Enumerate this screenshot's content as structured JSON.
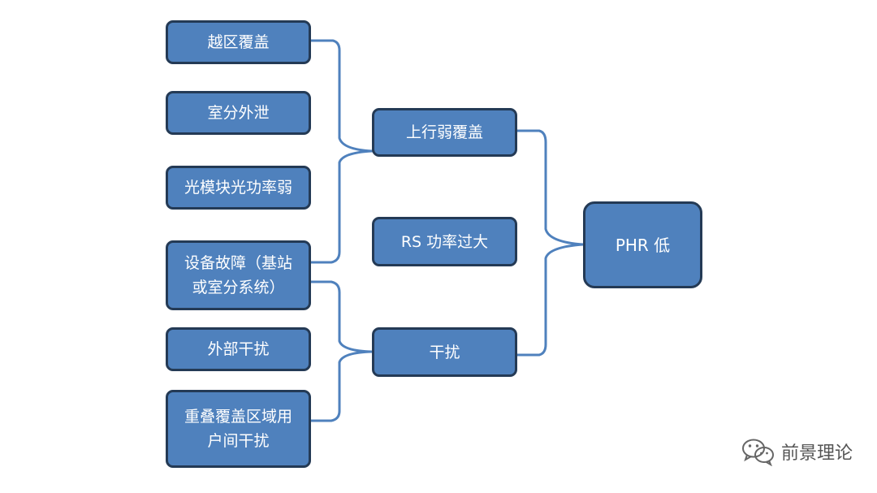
{
  "diagram": {
    "causes": [
      "越区覆盖",
      "室分外泄",
      "光模块光功率弱",
      "设备故障（基站\n或室分系统）",
      "外部干扰",
      "重叠覆盖区域用\n户间干扰"
    ],
    "mid": [
      "上行弱覆盖",
      "RS 功率过大",
      "干扰"
    ],
    "result": "PHR 低",
    "colors": {
      "node_fill": "#4f81bd",
      "node_border": "#243a55",
      "connector": "#4f81bd"
    }
  },
  "watermark": {
    "icon": "wechat-icon",
    "text": "前景理论"
  }
}
